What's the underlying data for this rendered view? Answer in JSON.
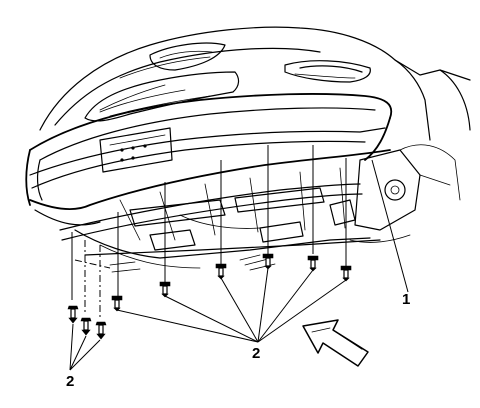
{
  "callouts": {
    "label_1": "1",
    "label_2_left": "2",
    "label_2_center": "2"
  },
  "colors": {
    "ink": "#000000",
    "background": "#ffffff"
  }
}
